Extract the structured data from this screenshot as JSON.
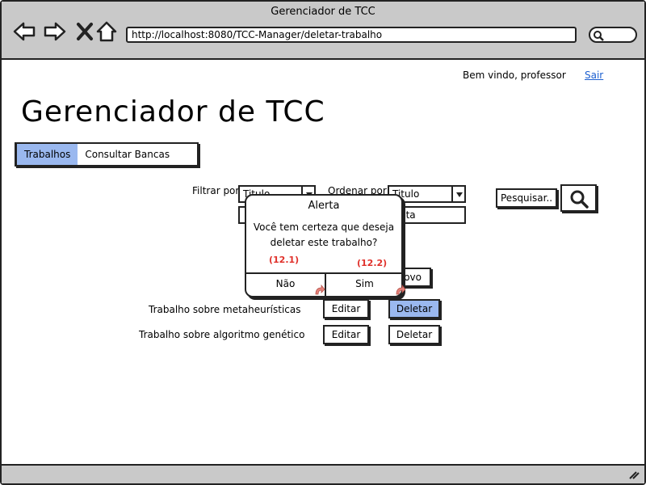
{
  "window": {
    "title": "Gerenciador de TCC"
  },
  "browser": {
    "url": "http://localhost:8080/TCC-Manager/deletar-trabalho"
  },
  "header": {
    "welcome": "Bem vindo, professor",
    "logout": "Sair"
  },
  "page": {
    "title": "Gerenciador de TCC"
  },
  "tabs": [
    {
      "label": "Trabalhos",
      "active": true
    },
    {
      "label": "Consultar Bancas",
      "active": false
    }
  ],
  "filters": {
    "filter_label": "Filtrar por",
    "filter_value": "Titulo",
    "order_label": "Ordenar por",
    "order_value": "Titulo",
    "order_secondary": "Data",
    "search_placeholder": "Pesquisar.."
  },
  "actions": {
    "new_label": "Novo"
  },
  "works": [
    {
      "title": "Trabalho sobre metaheurísticas",
      "edit": "Editar",
      "delete": "Deletar",
      "highlight": true
    },
    {
      "title": "Trabalho sobre algoritmo genético",
      "edit": "Editar",
      "delete": "Deletar",
      "highlight": false
    }
  ],
  "dialog": {
    "title": "Alerta",
    "message": "Você tem certeza que deseja deletar este trabalho?",
    "no_label": "Não",
    "yes_label": "Sim",
    "note_no": "(12.1)",
    "note_yes": "(12.2)"
  },
  "colors": {
    "accent": "#9ab8ef",
    "link": "#1c5fd0",
    "annotation": "#e0312b",
    "chrome": "#c9c9c9"
  }
}
